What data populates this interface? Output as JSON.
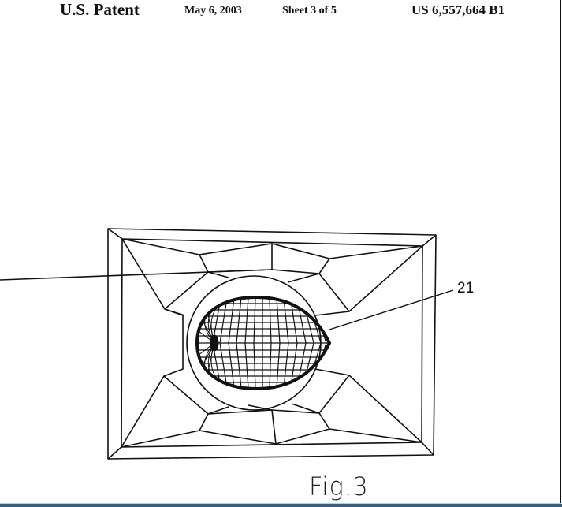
{
  "header": {
    "title": "U.S. Patent",
    "date": "May 6, 2003",
    "sheet": "Sheet 3 of 5",
    "patent_number": "US 6,557,664 B1"
  },
  "figure": {
    "caption": "Fig.3",
    "reference_numerals": [
      {
        "label": "21",
        "target": "ellipsoidal mesh body"
      }
    ],
    "description": "Line drawing of a rectangular framed panel with faceted trapezoidal segments surrounding a circular recess containing an egg-shaped wireframe mesh"
  },
  "colors": {
    "background": "#ffffff",
    "ink": "#111111",
    "bottom_rule": "#3b5f7d"
  }
}
